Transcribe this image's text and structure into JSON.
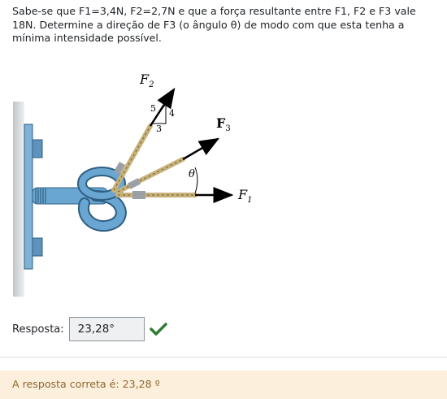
{
  "question": {
    "text": "Sabe-se que F1=3,4N, F2=2,7N e que a força resultante entre F1, F2 e F3 vale 18N. Determine a direção de F3 (o ângulo θ) de modo com que esta tenha a mínima intensidade possível."
  },
  "figure": {
    "label_f2": "F",
    "label_f2_sub": "2",
    "label_f3": "F",
    "label_f3_sub": "3",
    "label_f1": "F",
    "label_f1_sub": "1",
    "label_theta": "θ",
    "slope_5": "5",
    "slope_4": "4",
    "slope_3": "3"
  },
  "answer": {
    "label": "Resposta:",
    "value": "23,28°"
  },
  "feedback": {
    "text": "A resposta correta é: 23,28 º"
  },
  "colors": {
    "feedback_bg": "#fcefdc",
    "feedback_text": "#8e662e",
    "check": "#2e7d32",
    "hook": "#5b9bc7"
  }
}
